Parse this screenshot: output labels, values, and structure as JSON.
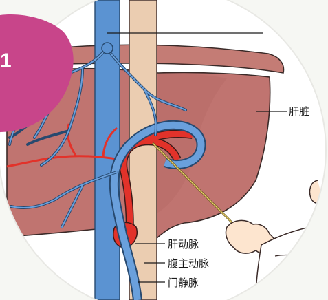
{
  "badge": {
    "number": "1",
    "color": "#c8458a"
  },
  "labels": {
    "liver": "肝脏",
    "hepatic_artery": "肝动脉",
    "abdominal_aorta": "腹主动脉",
    "portal_vein": "门静脉"
  },
  "colors": {
    "liver": "#b86a66",
    "vena_cava": "#4f86c8",
    "aorta": "#e8c6a8",
    "artery": "#e2322a",
    "vein_branch": "#3f78b8"
  }
}
